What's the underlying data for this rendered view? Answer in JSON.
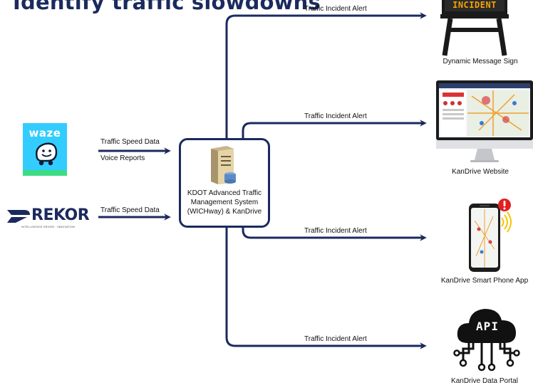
{
  "title": "Identify traffic slowdowns",
  "inputs": {
    "waze": {
      "logo_text": "waze",
      "top_label": "Traffic Speed Data",
      "bottom_label": "Voice Reports"
    },
    "rekor": {
      "logo_text": "REKOR",
      "tagline": "INTELLIGENCE DRIVEN · INNOVATION",
      "label": "Traffic Speed Data"
    }
  },
  "center": {
    "label": "KDOT Advanced Traffic Management System (WICHway) & KanDrive"
  },
  "outputs": [
    {
      "edge_label": "Traffic Incident Alert",
      "caption": "Dynamic Message Sign",
      "sign_text": "INCIDENT"
    },
    {
      "edge_label": "Traffic Incident Alert",
      "caption": "KanDrive Website"
    },
    {
      "edge_label": "Traffic Incident Alert",
      "caption": "KanDrive Smart Phone App"
    },
    {
      "edge_label": "Traffic Incident Alert",
      "caption": "KanDrive Data Portal",
      "icon_text": "API"
    }
  ],
  "colors": {
    "navy": "#1b2a5e",
    "waze_blue": "#33ccff",
    "waze_green": "#3ddc84",
    "alert_red": "#e02020",
    "sign_amber": "#f5a300"
  }
}
